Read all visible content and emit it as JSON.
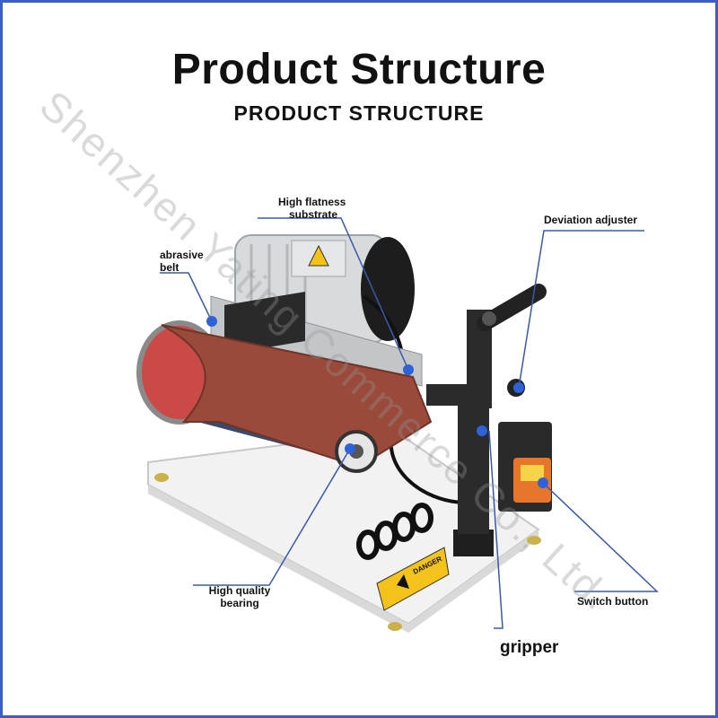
{
  "header": {
    "title": "Product Structure",
    "subtitle": "PRODUCT STRUCTURE"
  },
  "watermark": "Shenzhen Yating Commerce Co., Ltd.",
  "labels": {
    "flatness_line1": "High flatness",
    "flatness_line2": "substrate",
    "abrasive_line1": "abrasive",
    "abrasive_line2": "belt",
    "deviation": "Deviation adjuster",
    "bearing_line1": "High quality",
    "bearing_line2": "bearing",
    "switch": "Switch button",
    "gripper": "gripper"
  },
  "warning_sign": "DANGER",
  "colors": {
    "frame": "#3b5fc4",
    "leader_line": "#3a5aa8",
    "dot": "#2e62d6",
    "belt": "#9a4a3a",
    "belt_back": "#3a4a6a",
    "base": "#f2f2f2",
    "motor": "#d8dadc",
    "handle": "#222222",
    "warning": "#f3c21b",
    "switch_box": "#2a2a2a",
    "switch_button": "#e8762a"
  }
}
